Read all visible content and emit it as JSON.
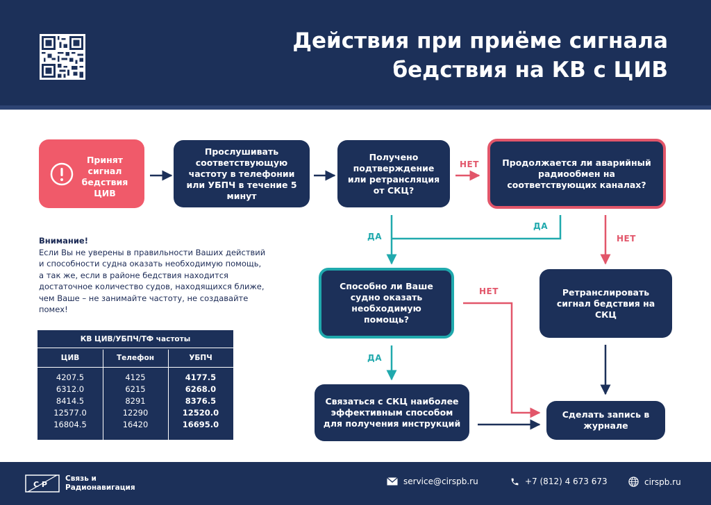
{
  "header": {
    "title_line1": "Действия при приёме сигнала",
    "title_line2": "бедствия на КВ с ЦИВ"
  },
  "flow": {
    "start": "Принят сигнал бедствия ЦИВ",
    "listen": "Прослушивать соответствующую частоту в телефонии или УБПЧ в течение 5 минут",
    "confirm_question": "Получено подтверждение или ретрансляция от СКЦ?",
    "continue_question": "Продолжается ли аварийный радиообмен на соответствующих каналах?",
    "can_help_question": "Способно ли Ваше судно оказать необходимую помощь?",
    "relay_action": "Ретранслировать сигнал бедствия на СКЦ",
    "contact_action": "Связаться с СКЦ наиболее эффективным способом для получения инструкций",
    "log_action": "Сделать запись в журнале",
    "labels": {
      "no1": "НЕТ",
      "yes1": "ДА",
      "yes2": "ДА",
      "no2": "НЕТ",
      "no3": "НЕТ",
      "yes3": "ДА"
    }
  },
  "warning": {
    "title": "Внимание!",
    "text": "Если Вы не уверены в правильности Ваших действий и способности судна оказать необходимую помощь,  а так же, если в районе бедствия находится достаточное количество судов, находящихся ближе, чем Ваше – не занимайте частоту, не создавайте помех!"
  },
  "frequencies": {
    "caption": "КВ ЦИВ/УБПЧ/ТФ частоты",
    "headers": [
      "ЦИВ",
      "Телефон",
      "УБПЧ"
    ],
    "dsc": [
      "4207.5",
      "6312.0",
      "8414.5",
      "12577.0",
      "16804.5"
    ],
    "phone": [
      "4125",
      "6215",
      "8291",
      "12290",
      "16420"
    ],
    "nbdp": [
      "4177.5",
      "6268.0",
      "8376.5",
      "12520.0",
      "16695.0"
    ]
  },
  "footer": {
    "company_line1": "Связь и",
    "company_line2": "Радионавигация",
    "logo_letters": "С Р",
    "email": "service@cirspb.ru",
    "phone": "+7 (812) 4 673 673",
    "site": "cirspb.ru"
  },
  "icons": {
    "alert": "alert-circle-icon",
    "email": "envelope-icon",
    "phone": "phone-icon",
    "site": "globe-icon"
  },
  "colors": {
    "navy": "#1c3059",
    "red": "#e2566a",
    "teal": "#20a9ad"
  }
}
